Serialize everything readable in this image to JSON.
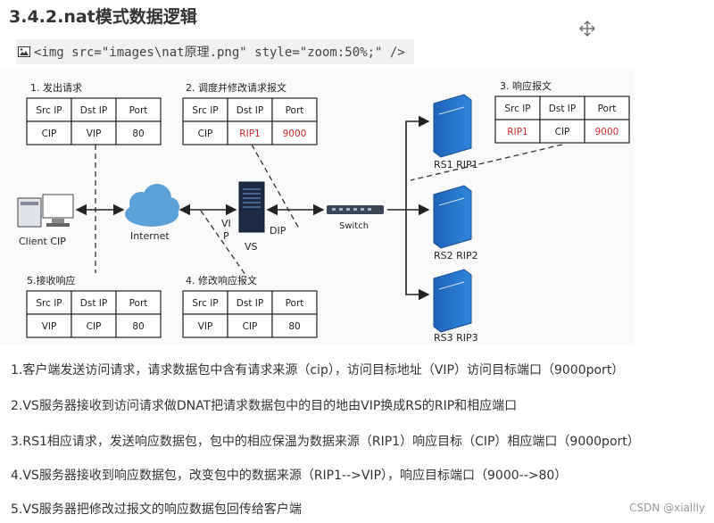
{
  "heading": "3.4.2.nat模式数据逻辑",
  "code_line": "<img src=\"images\\nat原理.png\" style=\"zoom:50%;\" />",
  "icons": {
    "image": "image-icon",
    "move": "move-icon"
  },
  "diagram": {
    "step1": "1. 发出请求",
    "step2": "2. 调度并修改请求报文",
    "step3": "3. 响应报文",
    "step4": "4. 修改响应报文",
    "step5": "5.接收响应",
    "headers": [
      "Src IP",
      "Dst IP",
      "Port"
    ],
    "t1": [
      "CIP",
      "VIP",
      "80"
    ],
    "t2": [
      "CIP",
      "RIP1",
      "9000"
    ],
    "t3": [
      "RIP1",
      "CIP",
      "9000"
    ],
    "t4": [
      "VIP",
      "CIP",
      "80"
    ],
    "t5": [
      "VIP",
      "CIP",
      "80"
    ],
    "client": "Client CIP",
    "internet": "Internet",
    "vip_label": "VI",
    "vip_label2": "P",
    "vs": "VS",
    "dip": "DIP",
    "switch": "Switch",
    "rs1": "RS1 RIP1",
    "rs2": "RS2 RIP2",
    "rs3": "RS3 RIP3",
    "red": "#cc2a2a"
  },
  "paragraphs": [
    "1.客户端发送访问请求，请求数据包中含有请求来源（cip），访问目标地址（VIP）访问目标端口（9000port）",
    "2.VS服务器接收到访问请求做DNAT把请求数据包中的目的地由VIP换成RS的RIP和相应端口",
    "3.RS1相应请求，发送响应数据包，包中的相应保温为数据来源（RIP1）响应目标（CIP）相应端口（9000port）",
    "4.VS服务器接收到响应数据包，改变包中的数据来源（RIP1-->VIP），响应目标端口（9000-->80）",
    "5.VS服务器把修改过报文的响应数据包回传给客户端"
  ],
  "watermark": "CSDN @xiallly"
}
